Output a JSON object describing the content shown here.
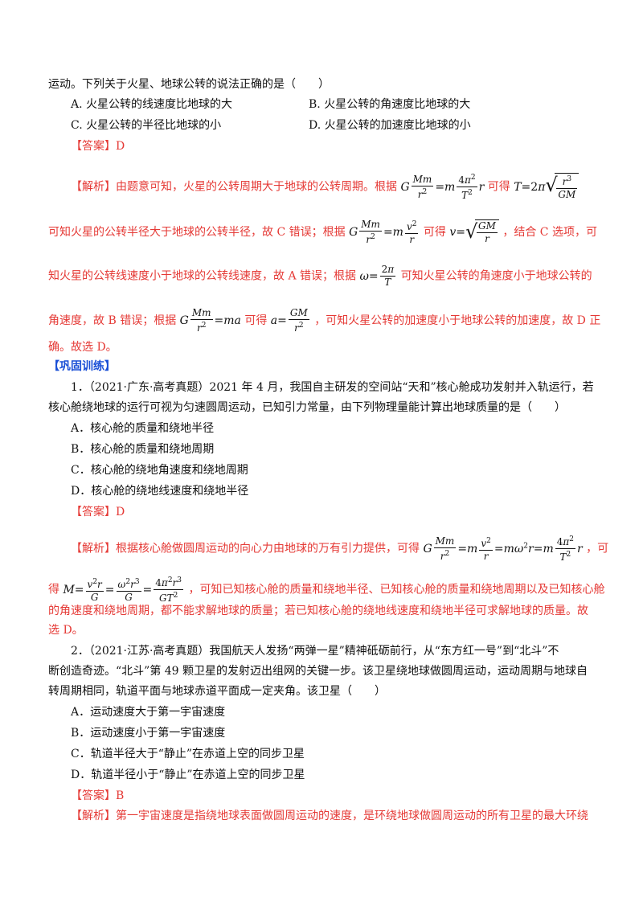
{
  "q_intro": "运动。下列关于火星、地球公转的说法正确的是（　　）",
  "q_options": [
    "A. 火星公转的线速度比地球的大",
    "B. 火星公转的角速度比地球的大",
    "C. 火星公转的半径比地球的小",
    "D. 火星公转的加速度比地球的小"
  ],
  "answer1_label": "【答案】D",
  "exp1": {
    "tag": "【解析】",
    "l1a": "由题意可知，火星的公转周期大于地球的公转周期。根据",
    "l1b": "可得",
    "l2a": "可知火星的公转半径大于地球的公转半径，故 C 错误；根据",
    "l2b": "可得",
    "l2c": "，结合 C 选项，可",
    "l3a": "知火星的公转线速度小于地球的公转线速度，故 A 错误；根据",
    "l3b": "可知火星公转的角速度小于地球公转的",
    "l4a": "角速度，故 B 错误；根据",
    "l4b": "可得",
    "l4c": "，可知火星公转的加速度小于地球公转的加速度，故 D 正",
    "l5": "确。故选 D。"
  },
  "section": "【巩固训练】",
  "q1": {
    "l1": "1．（2021·广东·高考真题）2021 年 4 月，我国自主研发的空间站“天和”核心舱成功发射并入轨运行，若",
    "l2": "核心舱绕地球的运行可视为匀速圆周运动，已知引力常量，由下列物理量能计算出地球质量的是（　　）",
    "options": [
      "A．核心舱的质量和绕地半径",
      "B．核心舱的质量和绕地周期",
      "C．核心舱的绕地角速度和绕地周期",
      "D．核心舱的绕地线速度和绕地半径"
    ],
    "answer": "【答案】D",
    "exp_tag": "【解析】",
    "exp_l1a": "根据核心舱做圆周运动的向心力由地球的万有引力提供，可得",
    "exp_l1b": "，可",
    "exp_l2a": "得",
    "exp_l2b": "，可知已知核心舱的质量和绕地半径、已知核心舱的质量和绕地周期以及已知核心舱",
    "exp_l3": "的角速度和绕地周期，都不能求解地球的质量；若已知核心舱的绕地线速度和绕地半径可求解地球的质量。故",
    "exp_l4": "选 D。"
  },
  "q2": {
    "l1": "2．（2021·江苏·高考真题）我国航天人发扬“两弹一星”精神砥砺前行，从“东方红一号”到“北斗”不",
    "l2": "断创造奇迹。“北斗”第 49 颗卫星的发射迈出组网的关键一步。该卫星绕地球做圆周运动，运动周期与地球自",
    "l3": "转周期相同，轨道平面与地球赤道平面成一定夹角。该卫星（　　）",
    "options": [
      "A．运动速度大于第一宇宙速度",
      "B．运动速度小于第一宇宙速度",
      "C．轨道半径大于“静止”在赤道上空的同步卫星",
      "D．轨道半径小于“静止”在赤道上空的同步卫星"
    ],
    "answer": "【答案】B",
    "exp_tag": "【解析】",
    "exp_l1": "第一宇宙速度是指绕地球表面做圆周运动的速度，是环绕地球做圆周运动的所有卫星的最大环绕"
  },
  "colors": {
    "answer": "#e53935",
    "section": "#1a4fd6",
    "text": "#111111"
  }
}
